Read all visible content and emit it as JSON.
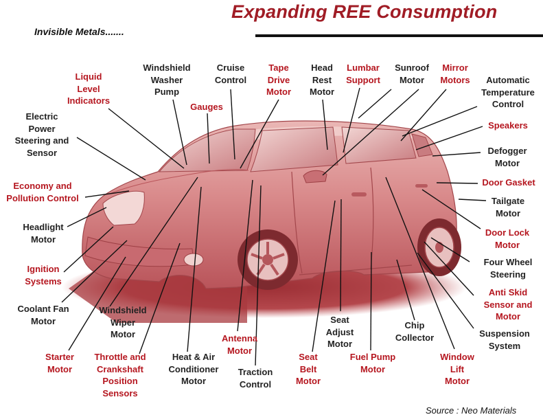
{
  "header": {
    "title": "Expanding REE Consumption",
    "subtitle": "Invisible Metals.......",
    "source": "Source : Neo Materials"
  },
  "colors": {
    "title_red": "#a01c25",
    "label_red": "#b5161f",
    "label_black": "#222222",
    "car_body": "#d88a8c",
    "car_shadow": "#a43a3e"
  },
  "labels": [
    {
      "id": "liquid-level-indicators",
      "text": "Liquid\nLevel\nIndicators",
      "color": "red"
    },
    {
      "id": "windshield-washer-pump",
      "text": "Windshield\nWasher\nPump",
      "color": "black"
    },
    {
      "id": "gauges",
      "text": "Gauges",
      "color": "red"
    },
    {
      "id": "cruise-control",
      "text": "Cruise\nControl",
      "color": "black"
    },
    {
      "id": "tape-drive-motor",
      "text": "Tape\nDrive\nMotor",
      "color": "red"
    },
    {
      "id": "head-rest-motor",
      "text": "Head\nRest\nMotor",
      "color": "black"
    },
    {
      "id": "lumbar-support",
      "text": "Lumbar\nSupport",
      "color": "red"
    },
    {
      "id": "sunroof-motor",
      "text": "Sunroof\nMotor",
      "color": "black"
    },
    {
      "id": "mirror-motors",
      "text": "Mirror\nMotors",
      "color": "red"
    },
    {
      "id": "automatic-temperature-control",
      "text": "Automatic\nTemperature\nControl",
      "color": "black"
    },
    {
      "id": "electric-power-steering",
      "text": "Electric\nPower\nSteering and\nSensor",
      "color": "black"
    },
    {
      "id": "speakers",
      "text": "Speakers",
      "color": "red"
    },
    {
      "id": "defogger-motor",
      "text": "Defogger\nMotor",
      "color": "black"
    },
    {
      "id": "economy-pollution-control",
      "text": "Economy and\nPollution Control",
      "color": "red"
    },
    {
      "id": "door-gasket",
      "text": "Door Gasket",
      "color": "red"
    },
    {
      "id": "tailgate-motor",
      "text": "Tailgate\nMotor",
      "color": "black"
    },
    {
      "id": "headlight-motor",
      "text": "Headlight\nMotor",
      "color": "black"
    },
    {
      "id": "door-lock-motor",
      "text": "Door Lock\nMotor",
      "color": "red"
    },
    {
      "id": "four-wheel-steering",
      "text": "Four Wheel\nSteering",
      "color": "black"
    },
    {
      "id": "ignition-systems",
      "text": "Ignition\nSystems",
      "color": "red"
    },
    {
      "id": "anti-skid-sensor-motor",
      "text": "Anti Skid\nSensor and\nMotor",
      "color": "red"
    },
    {
      "id": "coolant-fan-motor",
      "text": "Coolant Fan\nMotor",
      "color": "black"
    },
    {
      "id": "windshield-wiper-motor",
      "text": "Windshield\nWiper\nMotor",
      "color": "black"
    },
    {
      "id": "seat-adjust-motor",
      "text": "Seat\nAdjust\nMotor",
      "color": "black"
    },
    {
      "id": "chip-collector",
      "text": "Chip\nCollector",
      "color": "black"
    },
    {
      "id": "suspension-system",
      "text": "Suspension\nSystem",
      "color": "black"
    },
    {
      "id": "antenna-motor",
      "text": "Antenna\nMotor",
      "color": "red"
    },
    {
      "id": "starter-motor",
      "text": "Starter\nMotor",
      "color": "red"
    },
    {
      "id": "throttle-crankshaft-sensors",
      "text": "Throttle and\nCrankshaft\nPosition\nSensors",
      "color": "red"
    },
    {
      "id": "heat-air-conditioner-motor",
      "text": "Heat & Air\nConditioner\nMotor",
      "color": "black"
    },
    {
      "id": "traction-control",
      "text": "Traction\nControl",
      "color": "black"
    },
    {
      "id": "seat-belt-motor",
      "text": "Seat\nBelt\nMotor",
      "color": "red"
    },
    {
      "id": "fuel-pump-motor",
      "text": "Fuel Pump\nMotor",
      "color": "red"
    },
    {
      "id": "window-lift-motor",
      "text": "Window\nLift\nMotor",
      "color": "red"
    }
  ]
}
